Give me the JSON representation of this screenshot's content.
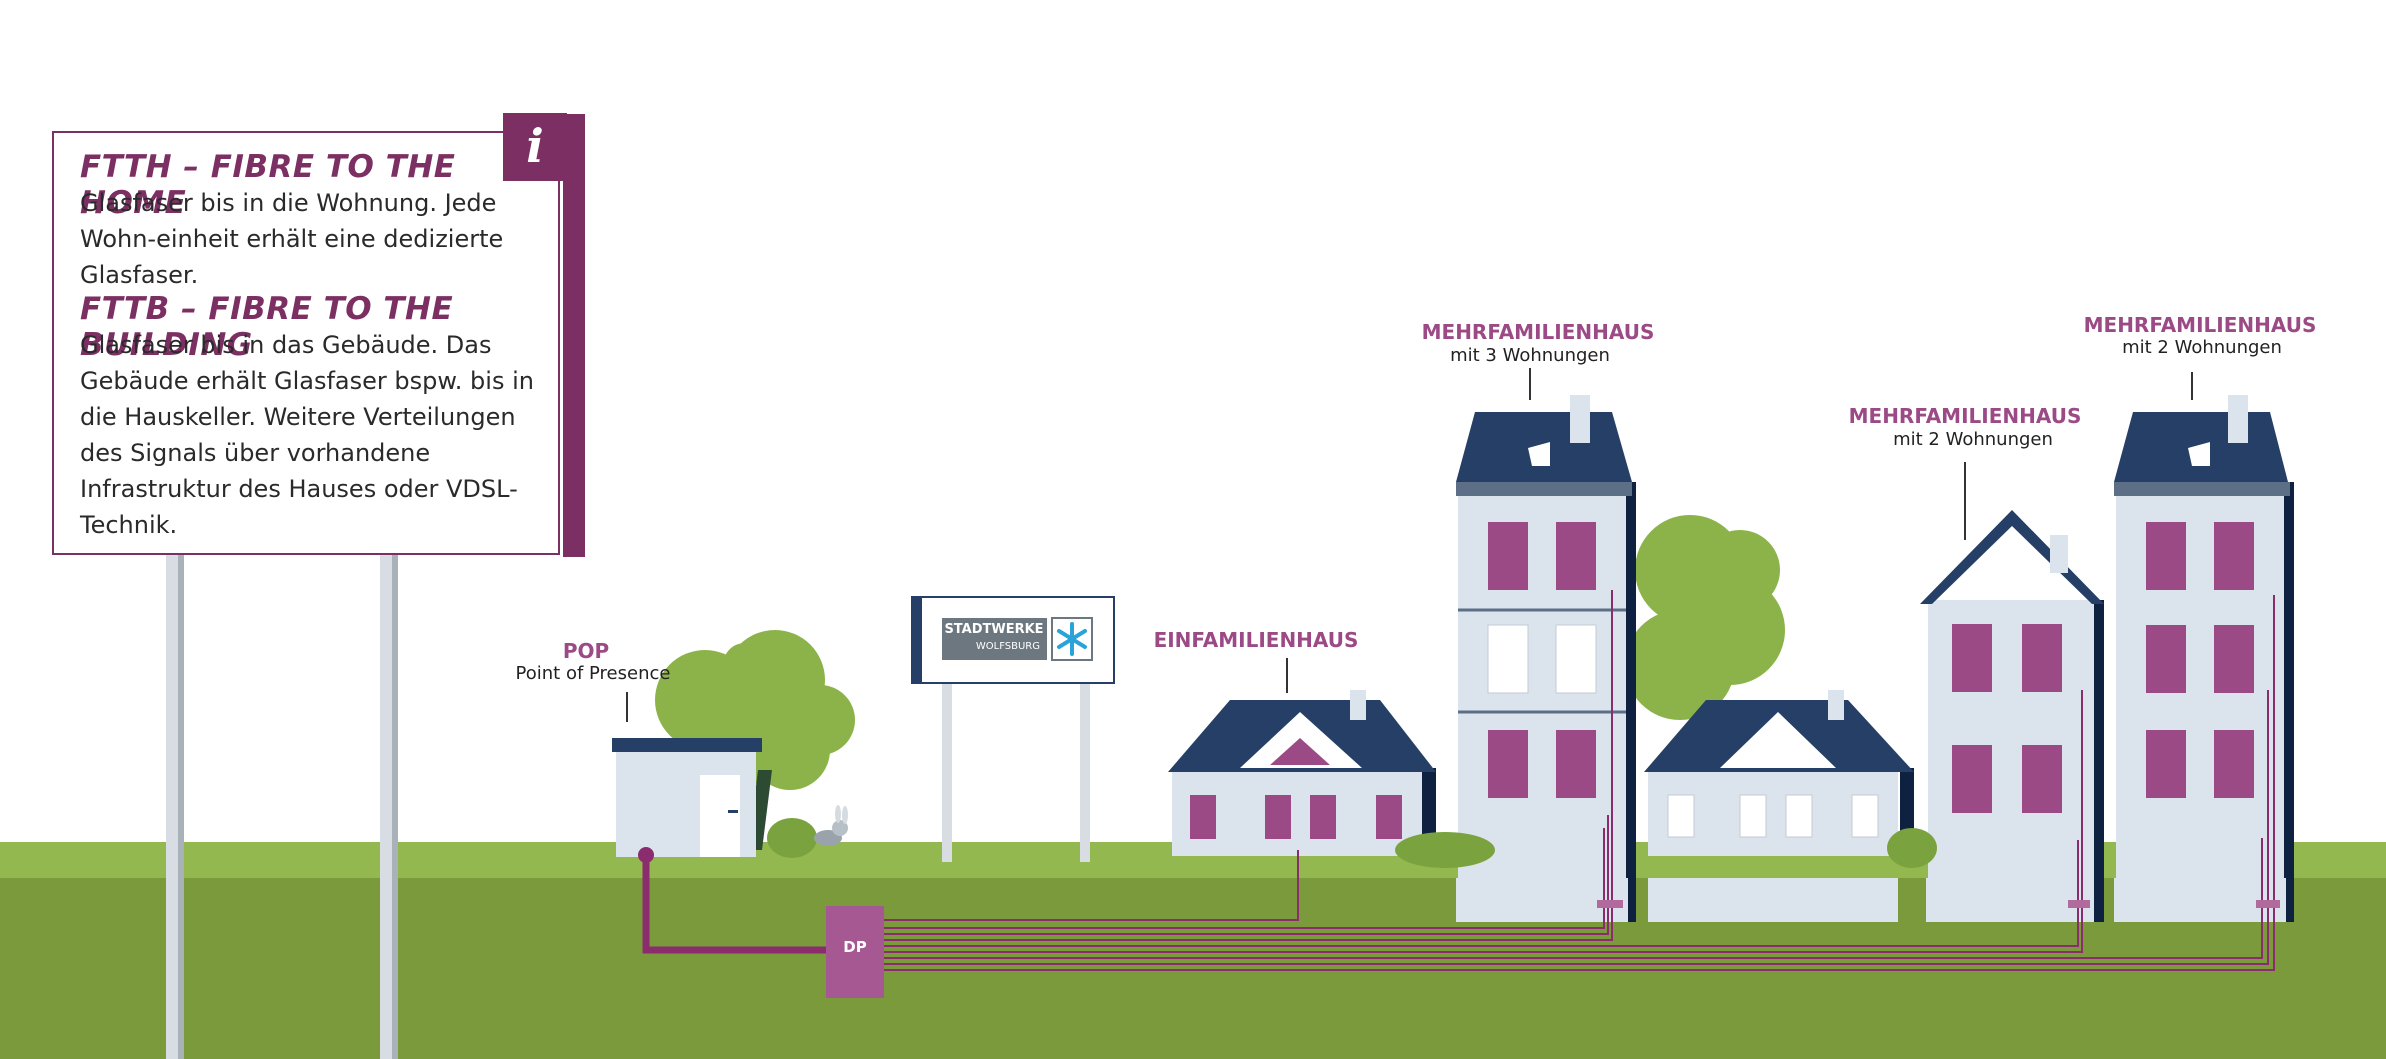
{
  "info": {
    "icon": "info-icon",
    "ftth_title": "FTTH – FIBRE TO THE HOME",
    "ftth_text": "Glasfaser bis in die Wohnung. Jede Wohn-einheit erhält eine dedizierte Glasfaser.",
    "fttb_title": "FTTB – FIBRE TO THE BUILDING",
    "fttb_text": "Glasfaser bis in das Gebäude. Das Gebäude erhält Glasfaser bspw. bis in die Hauskeller. Weitere Verteilungen des Signals über vorhandene Infrastruktur des Hauses oder VDSL-Technik."
  },
  "labels": {
    "pop_title": "POP",
    "pop_sub": "Point of Presence",
    "efh_title": "EINFAMILIENHAUS",
    "mfh3_title": "MEHRFAMILIENHAUS",
    "mfh3_sub": "mit 3 Wohnungen",
    "mfh2a_title": "MEHRFAMILIENHAUS",
    "mfh2a_sub": "mit 2 Wohnungen",
    "mfh2b_title": "MEHRFAMILIENHAUS",
    "mfh2b_sub": "mit 2 Wohnungen",
    "dp": "DP"
  },
  "sign": {
    "line1": "STADTWERKE",
    "line2": "WOLFSBURG"
  },
  "colors": {
    "fibre": "#8b2c6e",
    "roof": "#253f66",
    "wall": "#dbe3ec",
    "window": "#9b4a86",
    "grass_light": "#93b84f",
    "grass_dark": "#7a9a3c",
    "tree": "#8cb349"
  }
}
